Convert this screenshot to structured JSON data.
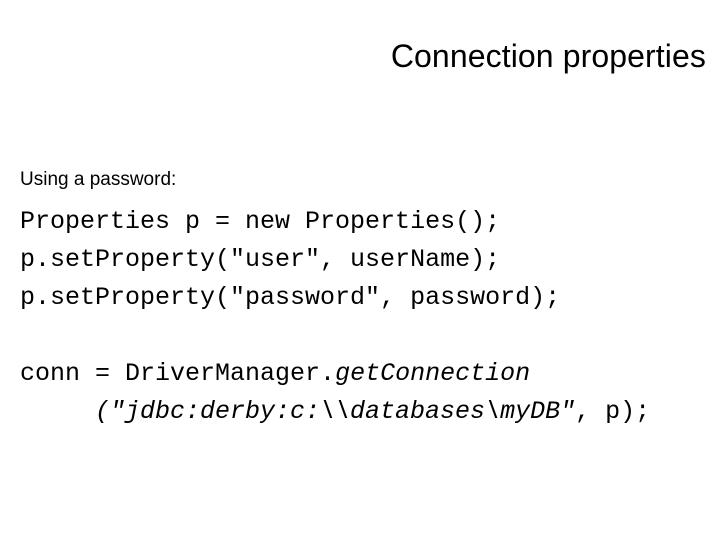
{
  "slide": {
    "title": "Connection properties",
    "background_color": "#ffffff",
    "text_color": "#000000"
  },
  "body": {
    "lead": "Using a password:",
    "code_lines": [
      {
        "id": "props-new",
        "text": "Properties p = new Properties();"
      },
      {
        "id": "set-user",
        "text": "p.setProperty(\"user\", userName);"
      },
      {
        "id": "set-password",
        "text": "p.setProperty(\"password\", password);"
      },
      {
        "id": "blank",
        "text": ""
      },
      {
        "id": "get-connection",
        "upright_part": "conn = DriverManager.",
        "italic_part": "getConnection"
      },
      {
        "id": "jdbc-url",
        "italic_part": "(\"jdbc:derby:c:\\\\databases\\myDB\"",
        "upright_part": ", p);"
      }
    ]
  }
}
